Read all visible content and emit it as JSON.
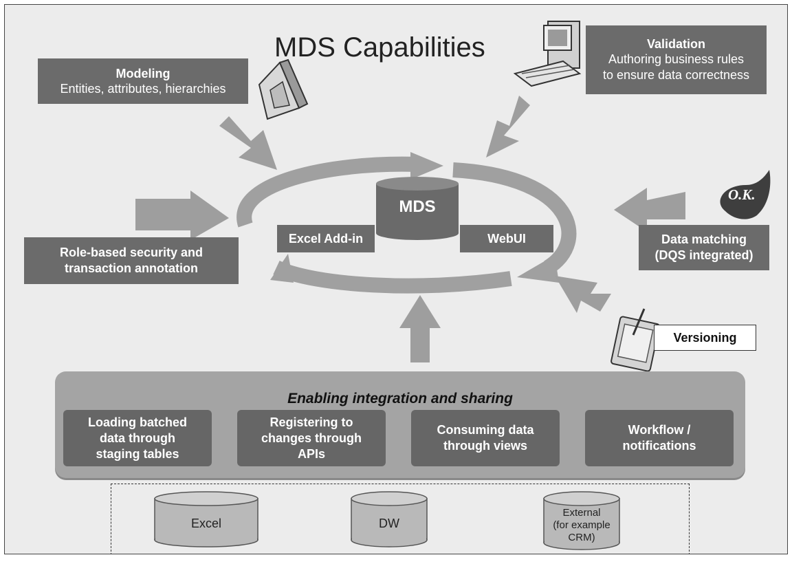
{
  "title": "MDS Capabilities",
  "hub": {
    "center": "MDS",
    "left_box": "Excel Add-in",
    "right_box": "WebUI"
  },
  "capabilities": {
    "modeling": {
      "title": "Modeling",
      "subtitle": "Entities, attributes, hierarchies"
    },
    "validation": {
      "title": "Validation",
      "subtitle": "Authoring business rules\nto ensure data correctness"
    },
    "security": {
      "label": "Role-based security and\ntransaction annotation"
    },
    "matching": {
      "label": "Data matching\n(DQS integrated)",
      "icon_text": "O.K."
    },
    "versioning": {
      "label": "Versioning"
    }
  },
  "integration": {
    "title": "Enabling integration and sharing",
    "items": [
      "Loading batched\ndata through\nstaging tables",
      "Registering to\nchanges through\nAPIs",
      "Consuming data\nthrough views",
      "Workflow /\nnotifications"
    ]
  },
  "sources": [
    "Excel",
    "DW",
    "External\n(for example\nCRM)"
  ],
  "colors": {
    "background": "#ececec",
    "box": "#6b6b6b",
    "ring": "#a0a0a0",
    "arrow": "#9e9e9e",
    "bar": "#a4a4a4"
  }
}
